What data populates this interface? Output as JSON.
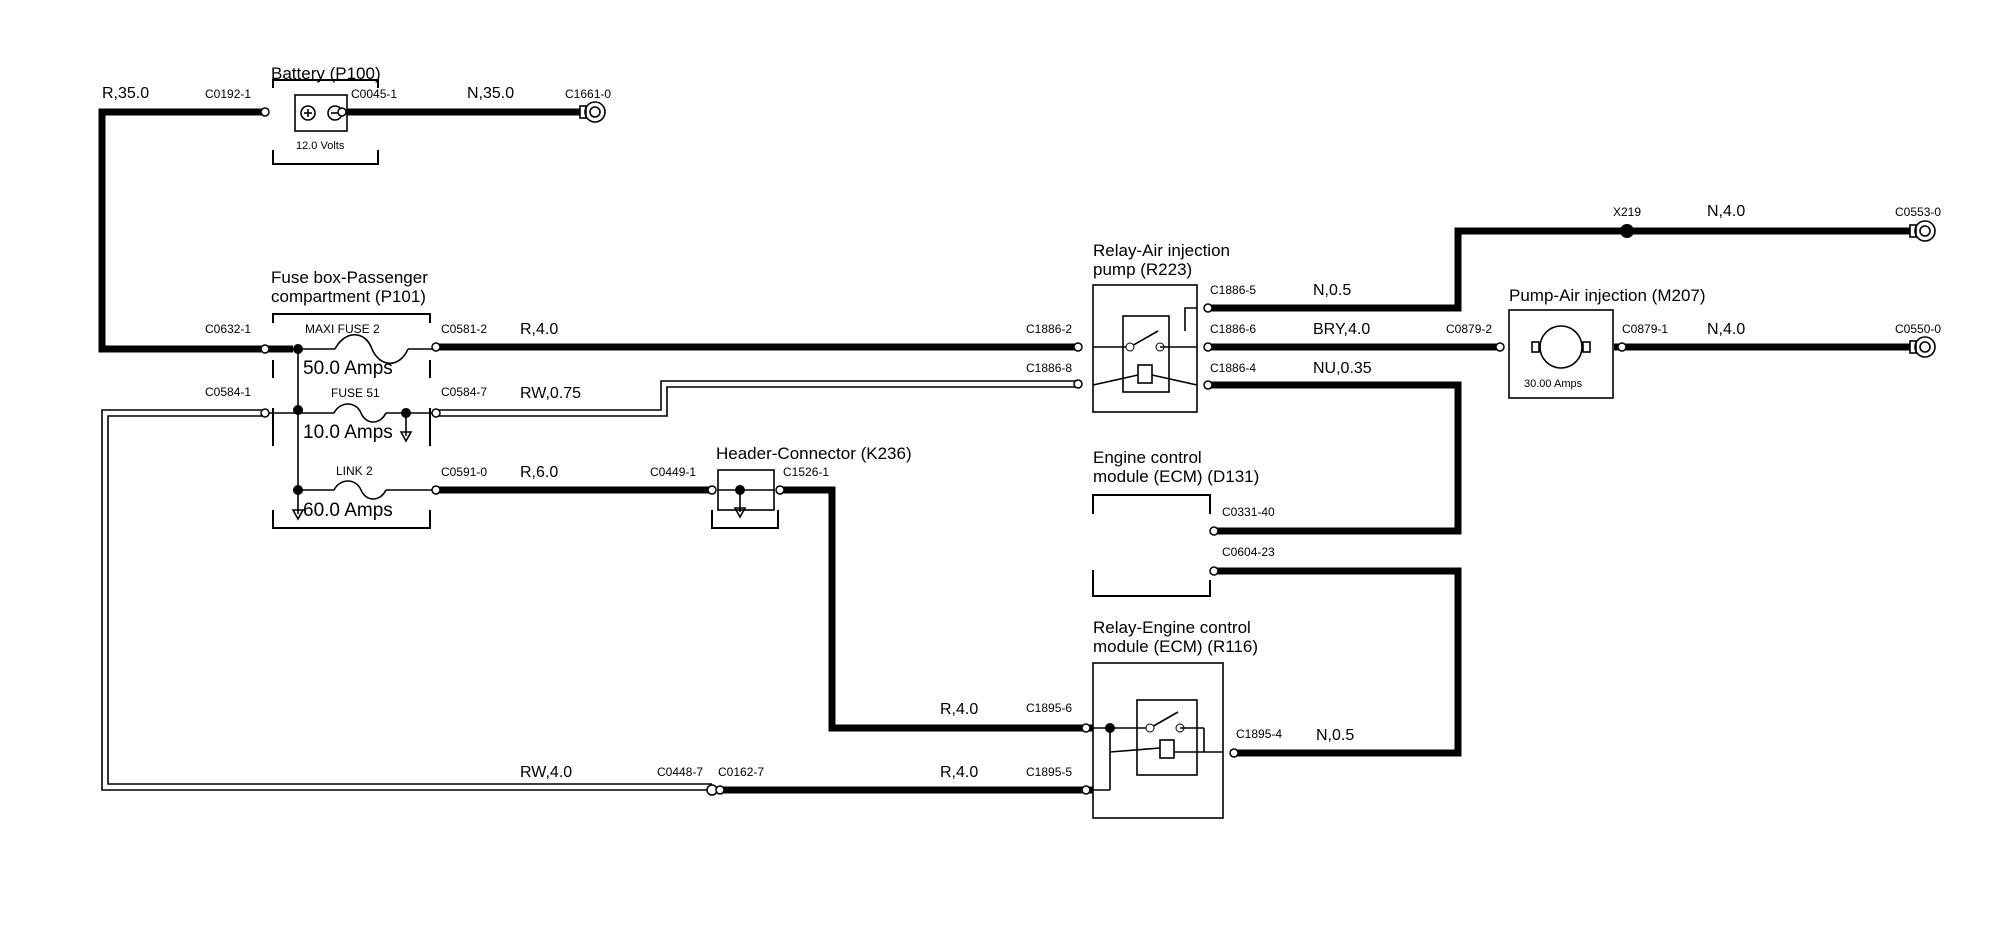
{
  "components": {
    "battery": {
      "title": "Battery (P100)",
      "rating": "12.0 Volts"
    },
    "fuse_box": {
      "title_line1": "Fuse box-Passenger",
      "title_line2": "compartment (P101)"
    },
    "maxi_fuse": {
      "name": "MAXI FUSE 2",
      "rating": "50.0 Amps"
    },
    "fuse51": {
      "name": "FUSE 51",
      "rating": "10.0 Amps"
    },
    "link2": {
      "name": "LINK 2",
      "rating": "60.0 Amps"
    },
    "header_connector": {
      "title": "Header-Connector (K236)"
    },
    "relay_air": {
      "title_line1": "Relay-Air injection",
      "title_line2": "pump (R223)"
    },
    "ecm": {
      "title_line1": "Engine control",
      "title_line2": "module (ECM) (D131)"
    },
    "relay_ecm": {
      "title_line1": "Relay-Engine control",
      "title_line2": "module (ECM) (R116)"
    },
    "pump": {
      "title": "Pump-Air injection (M207)",
      "rating": "30.00 Amps"
    }
  },
  "connectors": {
    "c0192": "C0192-1",
    "c0045": "C0045-1",
    "c1661": "C1661-0",
    "c0632": "C0632-1",
    "c0581": "C0581-2",
    "c0584_1": "C0584-1",
    "c0584_7": "C0584-7",
    "c0591": "C0591-0",
    "c0449": "C0449-1",
    "c1526": "C1526-1",
    "c1886_2": "C1886-2",
    "c1886_8": "C1886-8",
    "c1886_5": "C1886-5",
    "c1886_6": "C1886-6",
    "c1886_4": "C1886-4",
    "x219": "X219",
    "c0553": "C0553-0",
    "c0879_2": "C0879-2",
    "c0879_1": "C0879-1",
    "c0550": "C0550-0",
    "c0331": "C0331-40",
    "c0604": "C0604-23",
    "c1895_6": "C1895-6",
    "c1895_5": "C1895-5",
    "c1895_4": "C1895-4",
    "c0448": "C0448-7",
    "c0162": "C0162-7"
  },
  "wires": {
    "w_r35": "R,35.0",
    "w_n35": "N,35.0",
    "w_r4_fuse": "R,4.0",
    "w_rw075": "RW,0.75",
    "w_r6": "R,6.0",
    "w_n05_top": "N,0.5",
    "w_n4_top": "N,4.0",
    "w_bry4": "BRY,4.0",
    "w_n4_pump": "N,4.0",
    "w_nu035": "NU,0.35",
    "w_r4_hdr": "R,4.0",
    "w_r4_bot": "R,4.0",
    "w_rw4": "RW,4.0",
    "w_n05_ecm": "N,0.5"
  }
}
